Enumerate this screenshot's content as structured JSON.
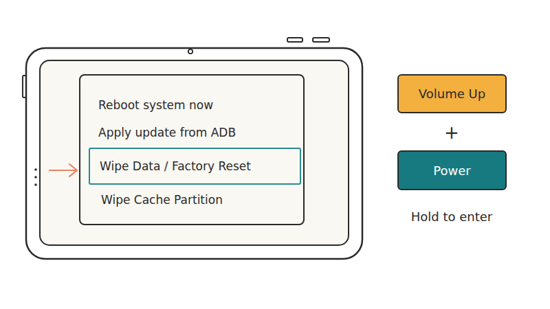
{
  "diagram": {
    "nodes": [
      {
        "text": [
          "Reboot system now",
          "Apply update from ADB",
          "Wipe Cache Partition"
        ]
      },
      {
        "text": [
          "Wipe Data / Factory Reset"
        ],
        "in": 0
      },
      {
        "text": [
          "Volume Up"
        ]
      },
      {
        "text": [
          "Power"
        ]
      }
    ],
    "labels": [
      "+",
      "Hold to enter"
    ]
  }
}
